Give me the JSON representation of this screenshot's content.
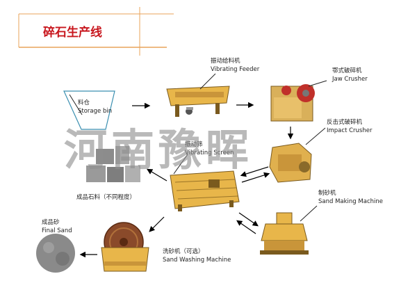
{
  "title": "碎石生产线",
  "watermark": "河南豫晖",
  "labels": {
    "storage_bin": {
      "cn": "料仓",
      "en": "Storage bin"
    },
    "vibrating_feeder": {
      "cn": "振动给料机",
      "en": "Vibrating Feeder"
    },
    "jaw_crusher": {
      "cn": "鄂式破碎机",
      "en": "Jaw Crusher"
    },
    "impact_crusher": {
      "cn": "反击式破碎机",
      "en": "Impact Crusher"
    },
    "vibrating_screen": {
      "cn": "振动筛",
      "en": "Vibrating Screen"
    },
    "finished_stone": {
      "cn": "成品石料（不同程度）"
    },
    "sand_making": {
      "cn": "制砂机",
      "en": "Sand Making Machine"
    },
    "final_sand": {
      "cn": "成品砂",
      "en": "Final Sand"
    },
    "sand_washing": {
      "cn": "洗砂机（可选）",
      "en": "Sand Washing Machine"
    }
  },
  "colors": {
    "title_red": "#c8171e",
    "header_line": "#e8a35a",
    "machine_yellow": "#e8b64a",
    "machine_dark": "#7a5a1e",
    "flywheel_red": "#c0302a",
    "arrow": "#000000"
  }
}
